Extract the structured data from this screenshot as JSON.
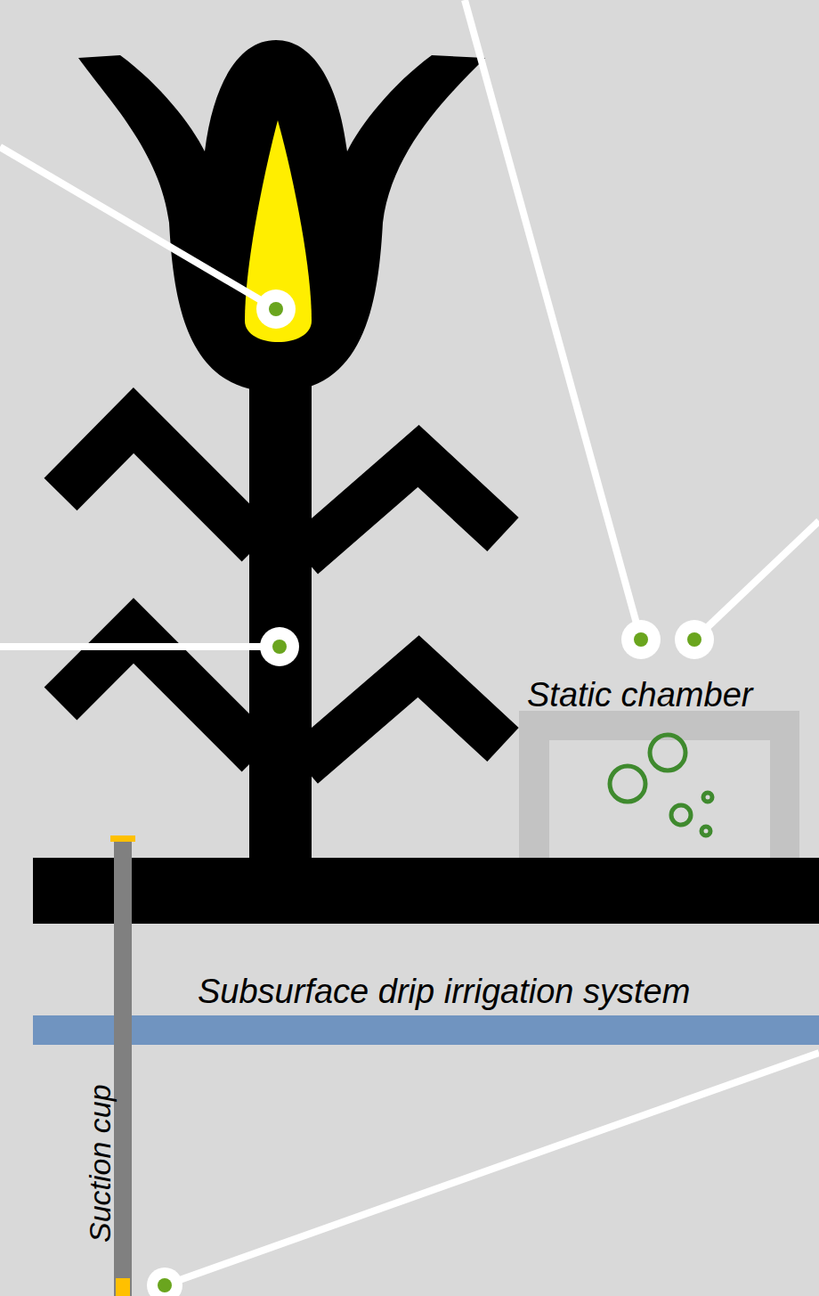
{
  "diagram": {
    "nodes": [
      {
        "text": [
          "Static chamber"
        ]
      }
    ],
    "labels": [
      "Subsurface drip irrigation system",
      "Suction cup"
    ]
  }
}
